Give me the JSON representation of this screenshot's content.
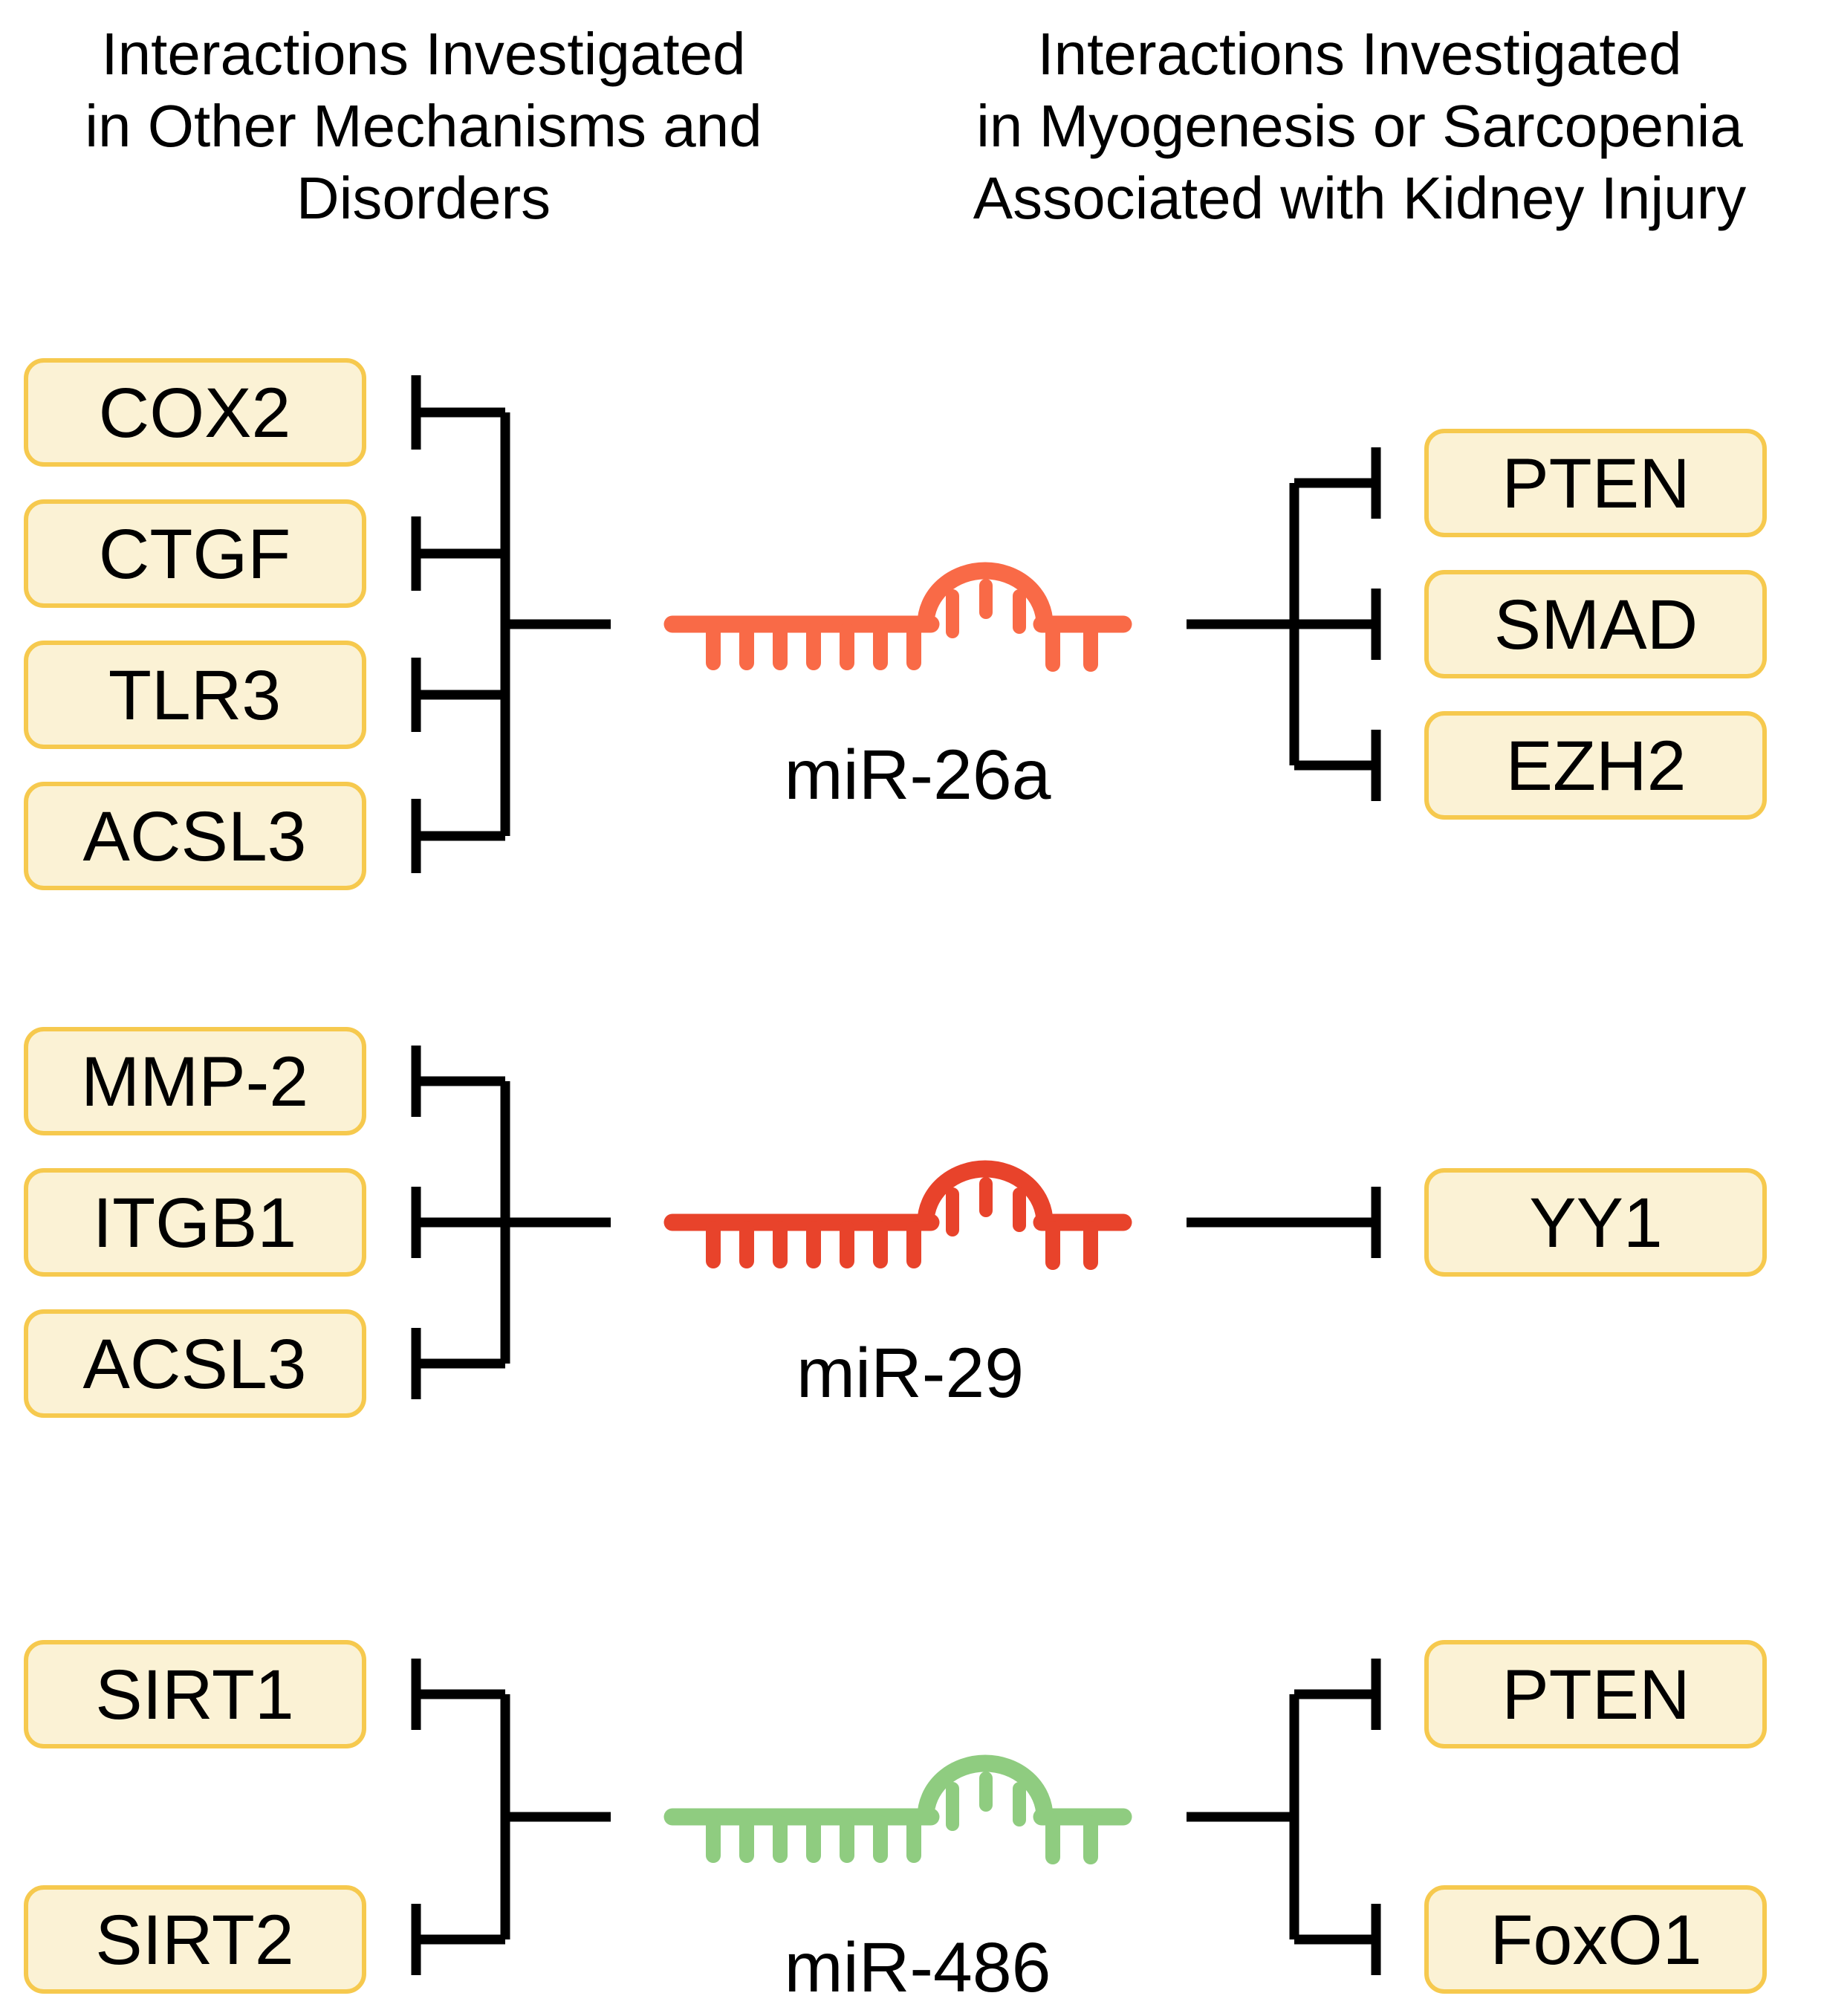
{
  "headers": {
    "left": {
      "line1": "Interactions Investigated",
      "line2": "in Other Mechanisms and",
      "line3": "Disorders"
    },
    "right": {
      "line1": "Interactions Investigated",
      "line2": "in Myogenesis or Sarcopenia",
      "line3": "Associated with Kidney Injury"
    }
  },
  "colors": {
    "box_fill": "#FBF2D5",
    "box_border": "#F6C94E",
    "line": "#000000",
    "text": "#000000"
  },
  "rows": [
    {
      "mirna": "miR-26a",
      "color": "#F96A47",
      "left_targets": [
        "COX2",
        "CTGF",
        "TLR3",
        "ACSL3"
      ],
      "right_targets": [
        "PTEN",
        "SMAD",
        "EZH2"
      ]
    },
    {
      "mirna": "miR-29",
      "color": "#E8432B",
      "left_targets": [
        "MMP-2",
        "ITGB1",
        "ACSL3"
      ],
      "right_targets": [
        "YY1"
      ]
    },
    {
      "mirna": "miR-486",
      "color": "#8FCC80",
      "left_targets": [
        "SIRT1",
        "SIRT2"
      ],
      "right_targets": [
        "PTEN",
        "FoxO1"
      ]
    }
  ]
}
